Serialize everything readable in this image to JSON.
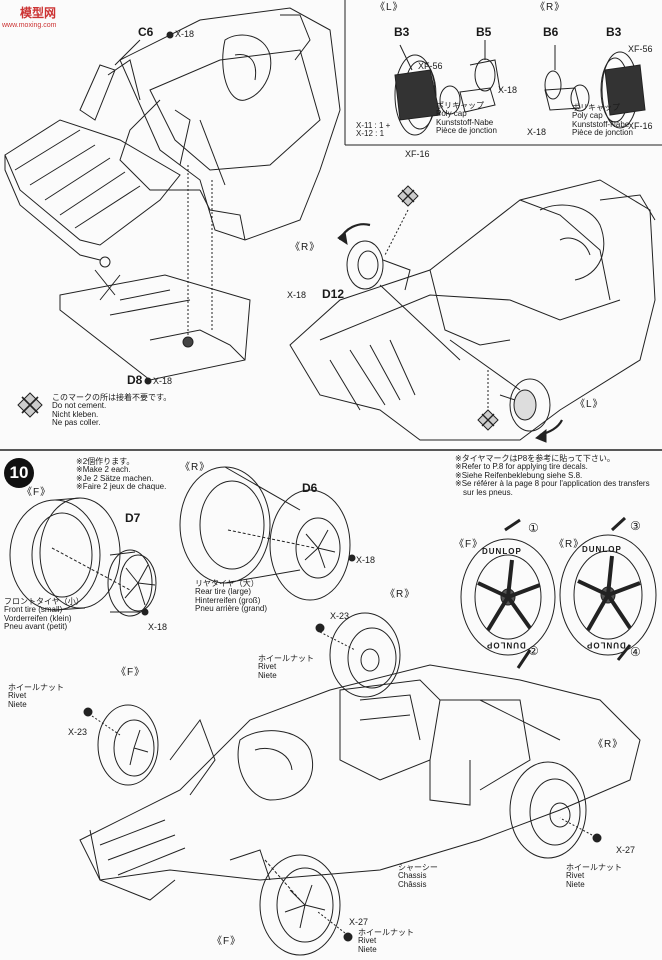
{
  "watermark": {
    "site_cn": "模型网",
    "url": "www.moxing.com"
  },
  "step_prev": {
    "parts": {
      "c6": "C6",
      "d8": "D8",
      "b3": "B3",
      "b5": "B5",
      "b6": "B6",
      "d12": "D12"
    },
    "paints": {
      "x18": "X-18",
      "xf56": "XF-56",
      "xf16": "XF-16",
      "x11_x12": [
        "X-11 : 1 +",
        "X-12 : 1"
      ]
    },
    "sides": {
      "left": "《L》",
      "right": "《R》"
    },
    "poly_cap": [
      "ポリキャップ",
      "Poly cap",
      "Kunststoff-Nabe",
      "Pièce de jonction"
    ],
    "no_cement": [
      "このマークの所は接着不要です。",
      "Do not cement.",
      "Nicht kleben.",
      "Ne pas coller."
    ]
  },
  "step10": {
    "number": "10",
    "make2": [
      "※2個作ります。",
      "※Make 2 each.",
      "※Je 2 Sätze machen.",
      "※Faire 2 jeux de chaque."
    ],
    "decal_note": [
      "※タイヤマークはP8を参考に貼って下さい。",
      "※Refer to P.8 for applying tire decals.",
      "※Siehe Reifenbeklebung siehe S.8.",
      "※Se référer à la page 8 pour l'application des transfers",
      "sur les pneus."
    ],
    "parts": {
      "d7": "D7",
      "d6": "D6"
    },
    "front_tire": [
      "フロントタイヤ（小）",
      "Front tire (small)",
      "Vorderreifen (klein)",
      "Pneu avant (petit)"
    ],
    "rear_tire": [
      "リヤタイヤ（大）",
      "Rear tire (large)",
      "Hinterreifen (groß)",
      "Pneu arrière (grand)"
    ],
    "wheel_nut": [
      "ホイールナット",
      "Rivet",
      "Niete"
    ],
    "chassis": [
      "シャーシー",
      "Chassis",
      "Châssis"
    ],
    "sides": {
      "front": "《F》",
      "rear": "《R》"
    },
    "paints": {
      "x18": "X-18",
      "x23": "X-23",
      "x27": "X-27"
    },
    "tire_brand": "DUNLOP",
    "decal_numbers": [
      "①",
      "②",
      "③",
      "④"
    ]
  }
}
